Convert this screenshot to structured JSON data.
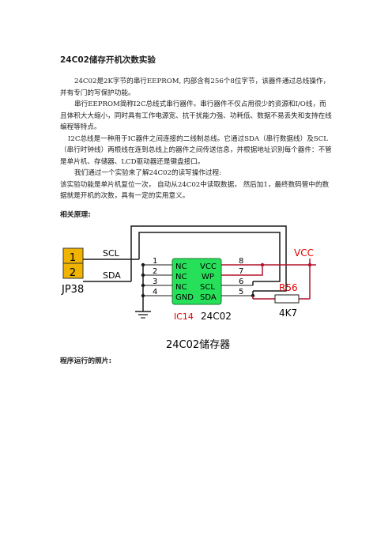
{
  "doc": {
    "title": "24C02储存开机次数实验",
    "paragraphs": [
      "24C02是2K字节的串行EEPROM, 内部含有256个8位字节，该器件通过总线操作，并有专门的写保护功能。",
      "串行EEPROM简称I2C总线式串行器件。串行器件不仅占用很少的资源和I/O线，而且体积大大缩小，同时具有工作电源宽、抗干扰能力强、功耗低、数据不易丢失和支持在线编程等特点。",
      "I2C总线是一种用于IC器件之间连接的二线制总线。它通过SDA（串行数据线）及SCL（串行时钟线）两根线在连到总线上的器件之间传送信息，并根据地址识别每个器件：不管是单片机、存储器、LCD驱动器还是键盘接口。",
      "我们通过一个实验来了解24C02的读写操作过程:",
      "该实验功能是单片机复位一次， 自动从24C02中读取数据， 然后加1，最终数码管中的数据就是开机的次数，具有一定的实用意义。"
    ],
    "section_principle": "相关原理:",
    "section_photos": "程序运行的照片:"
  },
  "diagram": {
    "connector": {
      "pin1": "1",
      "pin2": "2",
      "name": "JP38"
    },
    "signals": {
      "scl": "SCL",
      "sda": "SDA"
    },
    "chip": {
      "pins_left_num": [
        "1",
        "2",
        "3",
        "4"
      ],
      "pins_left_name": [
        "NC",
        "NC",
        "NC",
        "GND"
      ],
      "pins_right_name": [
        "VCC",
        "WP",
        "SCL",
        "SDA"
      ],
      "pins_right_num": [
        "8",
        "7",
        "6",
        "5"
      ],
      "ref": "IC14",
      "part": "24C02"
    },
    "vcc": "VCC",
    "resistor": {
      "ref": "R56",
      "value": "4K7"
    },
    "caption": "24C02储存器",
    "colors": {
      "chip_fill": "#27e05a",
      "connector_fill": "#f0b400",
      "wire_dark": "#1a1a1a",
      "wire_red": "#b3122a",
      "ref_red": "#e00000"
    }
  }
}
